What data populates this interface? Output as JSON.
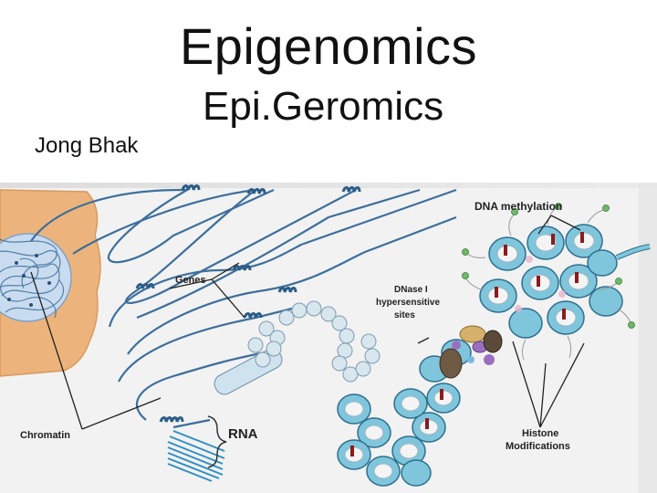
{
  "slide": {
    "title": "Epigenomics",
    "subtitle": "Epi.Geromics",
    "author": "Jong Bhak"
  },
  "figure": {
    "labels": {
      "dna_methylation": "DNA methylation",
      "genes": "Genes",
      "dnase_line1": "DNase I",
      "dnase_line2": "hypersensitive",
      "dnase_line3": "sites",
      "rna": "RNA",
      "chromatin": "Chromatin",
      "histone_line1": "Histone",
      "histone_line2": "Modifications"
    },
    "colors": {
      "background_panel": "#f2f2f2",
      "cell": "#ecb47c",
      "nucleus": "#c9dcef",
      "dna_strand": "#3d6f9c",
      "histone": "#7fc6dc",
      "methyl_mark": "#8a1c1c",
      "label_text": "#222222"
    }
  }
}
